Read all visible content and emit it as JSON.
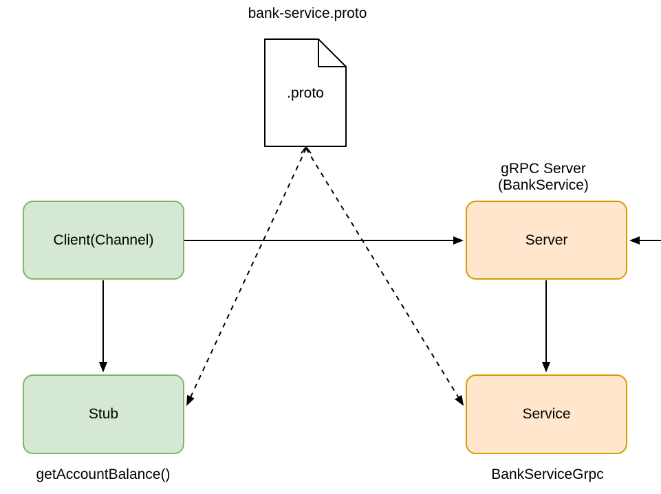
{
  "proto_doc": {
    "title": "bank-service.proto",
    "file_label": ".proto"
  },
  "nodes": {
    "client": {
      "label": "Client(Channel)"
    },
    "stub": {
      "label": "Stub",
      "caption": "getAccountBalance()"
    },
    "server": {
      "label": "Server",
      "caption_line1": "gRPC Server",
      "caption_line2": "(BankService)"
    },
    "service": {
      "label": "Service",
      "caption": "BankServiceGrpc"
    }
  },
  "edges": [
    {
      "from": "client",
      "to": "server",
      "style": "solid-arrow"
    },
    {
      "from": "right-edge",
      "to": "server",
      "style": "solid-arrow"
    },
    {
      "from": "client",
      "to": "stub",
      "style": "solid-arrow"
    },
    {
      "from": "server",
      "to": "service",
      "style": "solid-arrow"
    },
    {
      "from": "proto-doc",
      "to": "stub",
      "style": "dashed-arrow"
    },
    {
      "from": "proto-doc",
      "to": "service",
      "style": "dashed-arrow"
    }
  ],
  "colors": {
    "green_fill": "#d5e8d4",
    "green_border": "#82b366",
    "orange_fill": "#ffe6cc",
    "orange_border": "#d79b00",
    "line": "#000000",
    "background": "#ffffff"
  }
}
